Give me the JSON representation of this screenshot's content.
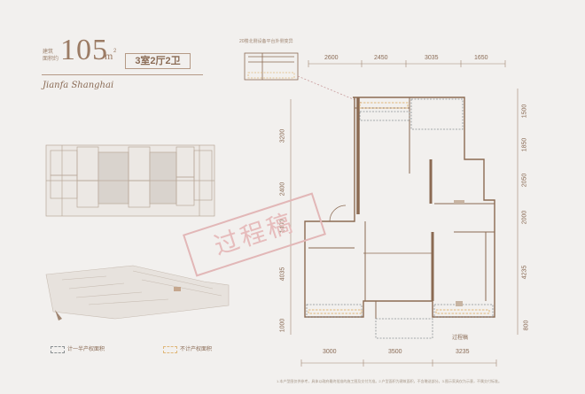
{
  "header": {
    "area_label_line1": "建筑",
    "area_label_line2": "面积约",
    "area_value": "105",
    "area_unit": "m",
    "area_unit_sup": "2",
    "layout_type": "3室2厅2卫",
    "brand": "Jianfa Shanghai"
  },
  "plan": {
    "balcony_note": "20楼北侧设备平台外侧变异",
    "top_dims": [
      "2600",
      "2450",
      "3035",
      "1650"
    ],
    "bottom_dims": [
      "3000",
      "3500",
      "3235"
    ],
    "left_dims": [
      "3200",
      "2400",
      "1400",
      "4035",
      "1000"
    ],
    "right_dims": [
      "1500",
      "1850",
      "2050",
      "2000",
      "4235",
      "800"
    ],
    "corridor_label": "过程稿"
  },
  "watermark": "过程稿",
  "legend": {
    "item1": "计一半产权面积",
    "item2": "不计产权面积"
  },
  "footnote": "1.本户型图仅供参考，具体以政府最终批准的施工图及交付为准。2.户型面积为建筑面积，不含赠送部分。3.图示家具仅为示意，不属交付标准。",
  "colors": {
    "accent": "#8a6b55",
    "wall": "#8b6a52",
    "half_area_border": "#8b9092",
    "excluded_area_border": "#e0b87a",
    "watermark": "#e2b7b7"
  }
}
